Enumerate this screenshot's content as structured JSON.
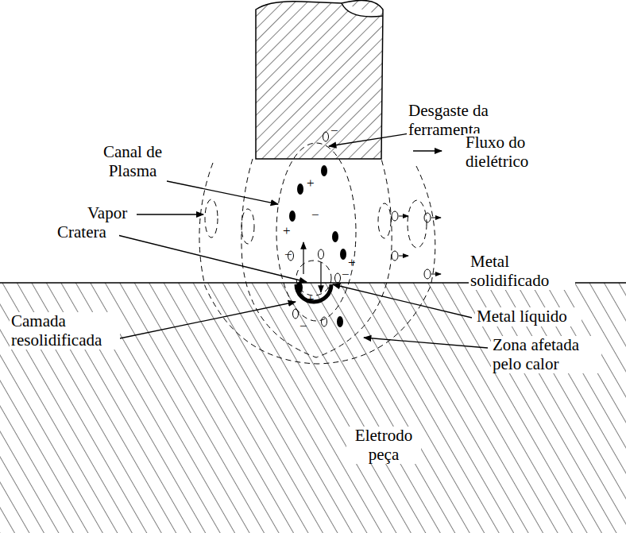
{
  "diagram": {
    "nodes": [
      {
        "text": [
          "Eletrodo peça"
        ]
      }
    ],
    "labels": [
      "Desgaste da ferramenta",
      "Canal de Plasma",
      "Fluxo do dielétrico",
      "Vapor",
      "Metal solidificado",
      "Cratera",
      "Metal líquido",
      "Camada resolidificada",
      "Zona afetada pelo calor",
      "+",
      "+",
      "+",
      "+",
      "−",
      "−",
      "−",
      "−",
      "−"
    ]
  }
}
